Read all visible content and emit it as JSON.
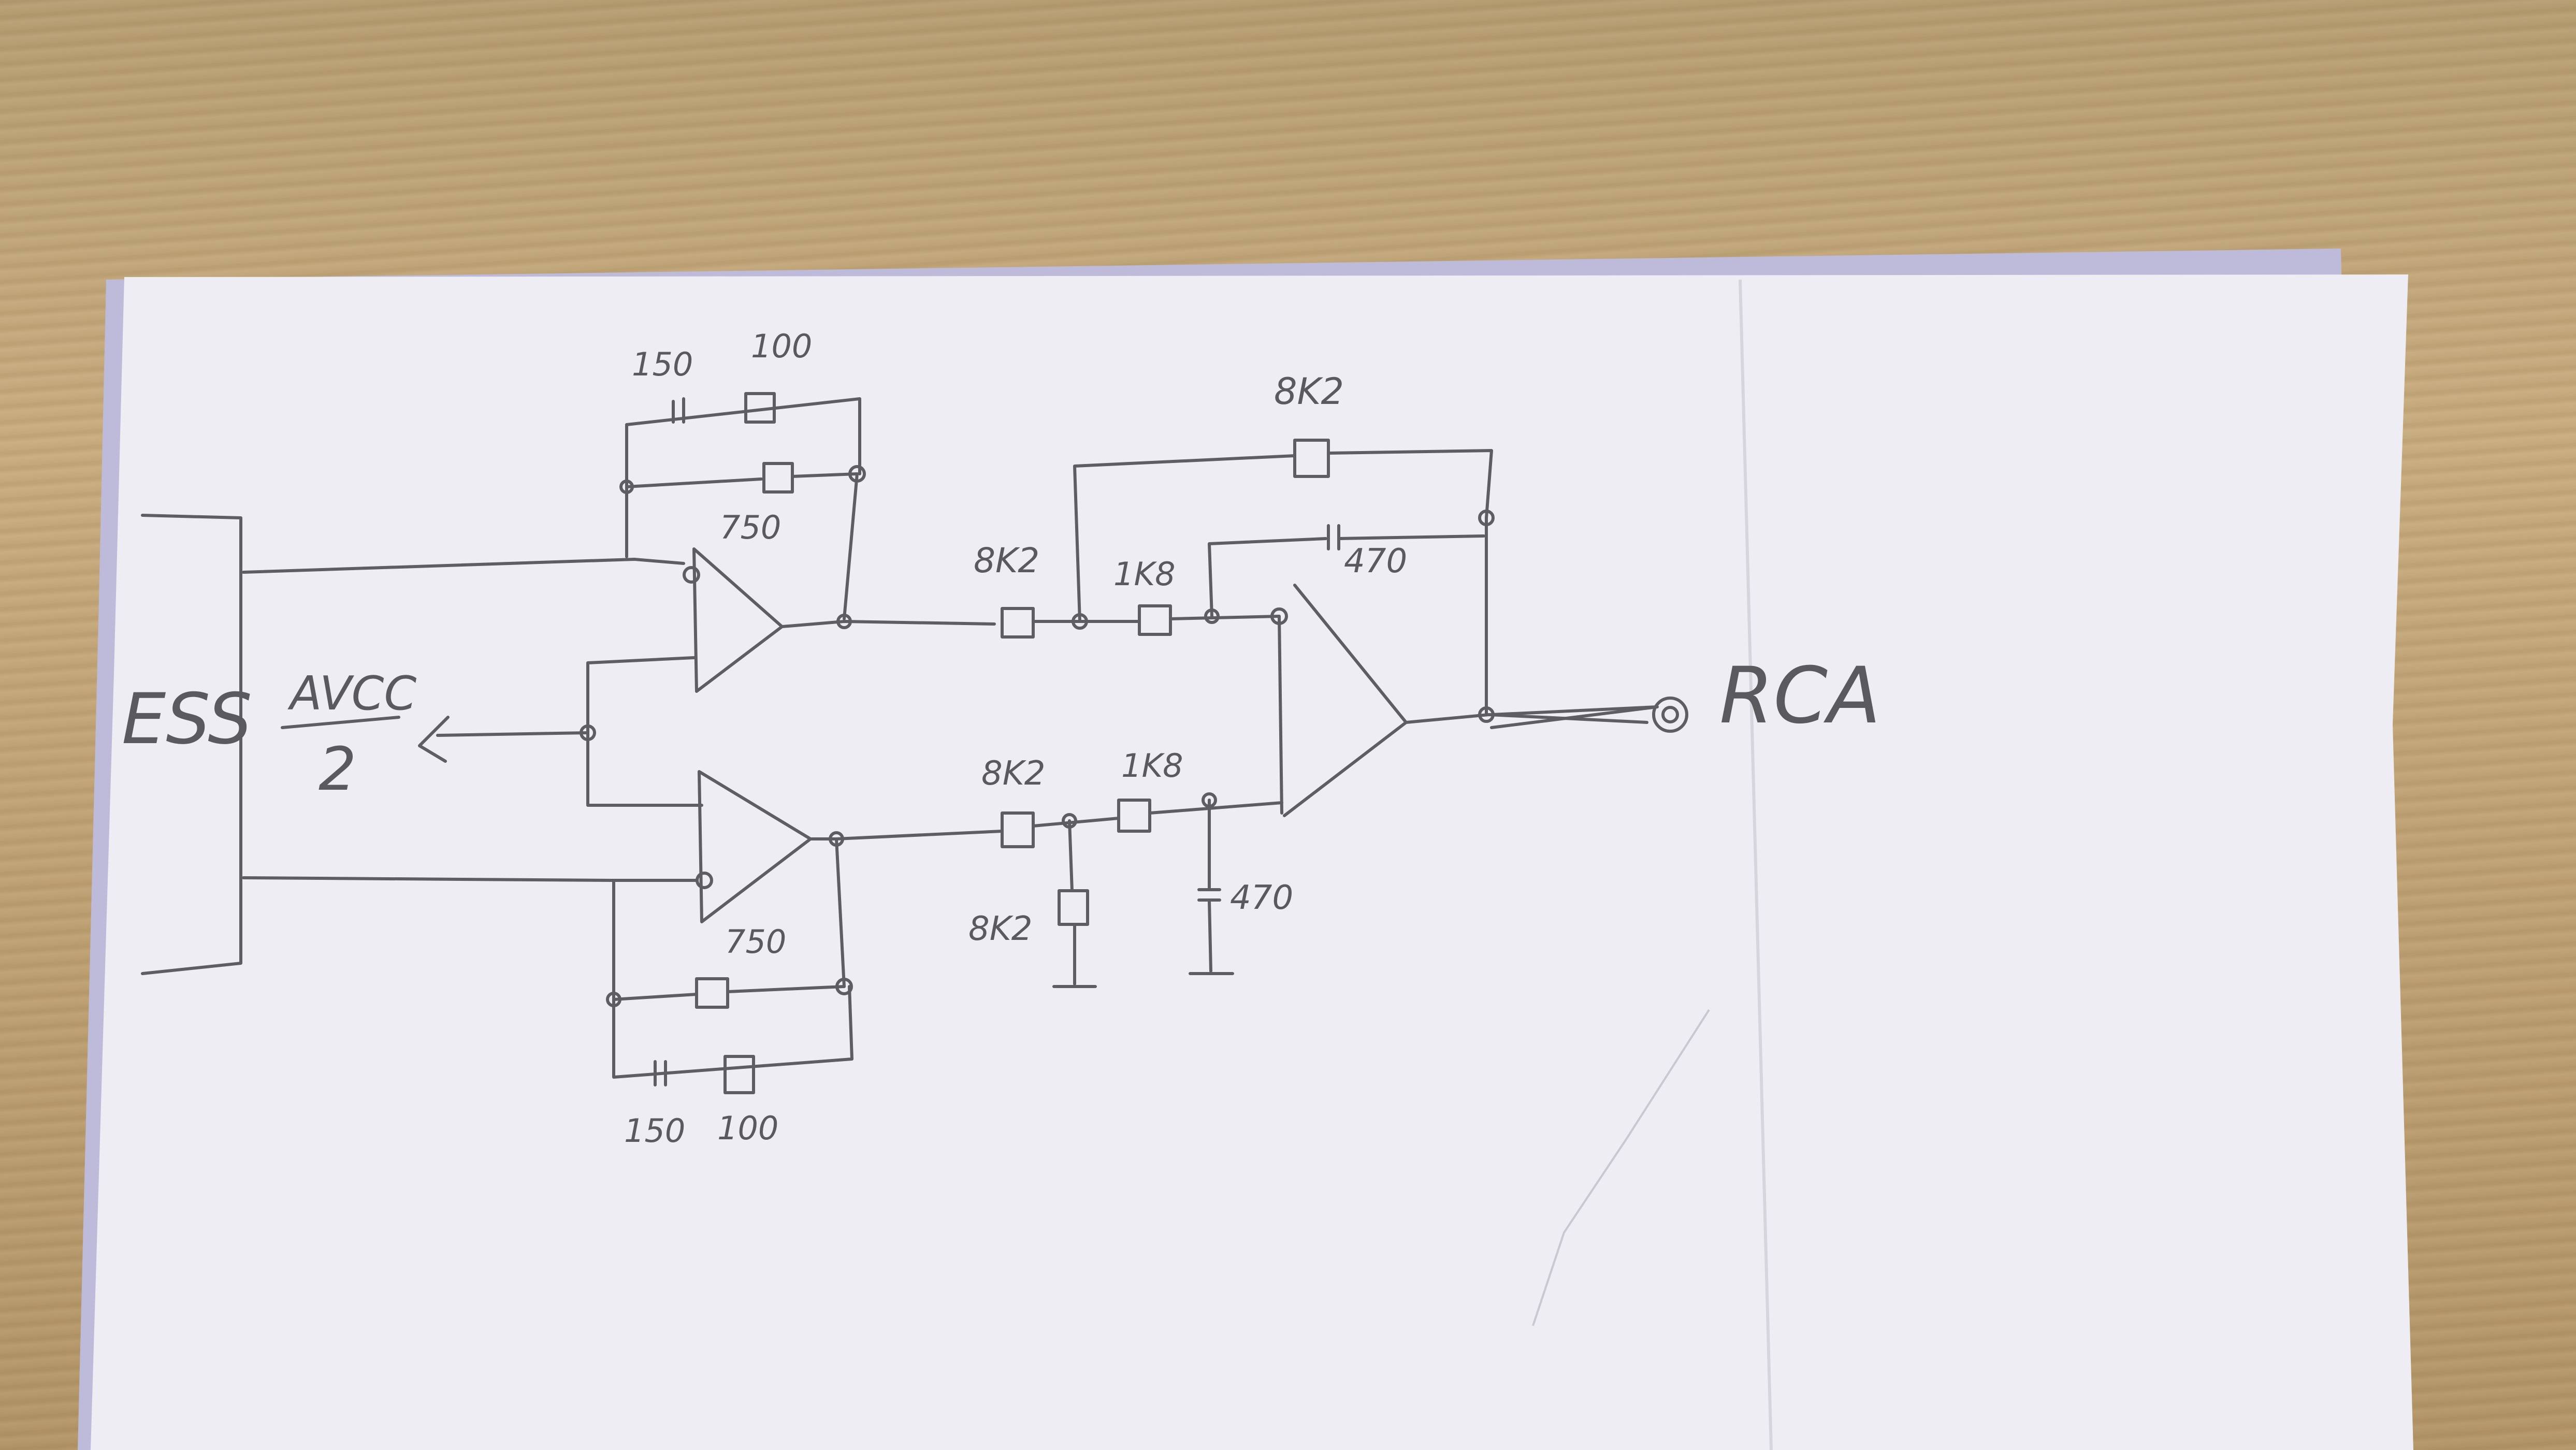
{
  "diagram": {
    "labels": {
      "ess": "ESS",
      "avcc_num": "AVCC",
      "avcc_den": "2",
      "rca": "RCA",
      "top_c1": "150",
      "top_r1": "100",
      "top_r2": "750",
      "bot_r2": "750",
      "bot_c1": "150",
      "bot_r1": "100",
      "r_in_top": "8K2",
      "r_mid_top": "1K8",
      "r_fb": "8K2",
      "c_fb": "470",
      "r_in_bot": "8K2",
      "r_mid_bot": "1K8",
      "r_shunt": "8K2",
      "c_shunt": "470"
    },
    "colors": {
      "paper": "#efeef4",
      "pencil": "#5a5a5e",
      "table": "#c3a77a"
    }
  }
}
